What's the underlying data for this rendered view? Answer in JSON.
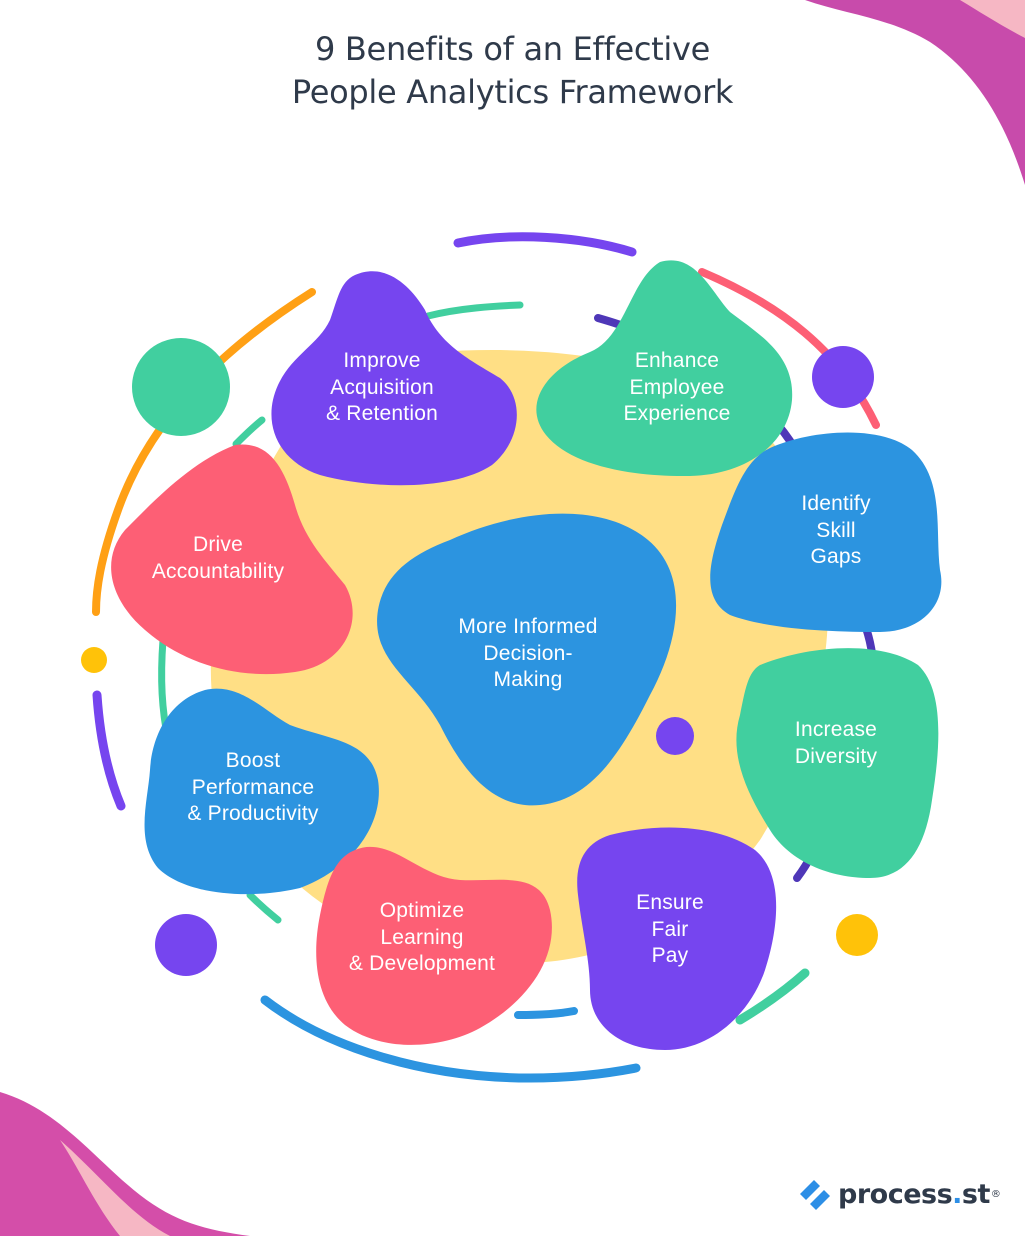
{
  "title": {
    "line1": "9 Benefits of an Effective",
    "line2": "People Analytics Framework"
  },
  "colors": {
    "purple": "#7645ef",
    "teal": "#41cf9f",
    "coral": "#fd5f75",
    "blue": "#2c94e0",
    "yellow": "#ffdf85",
    "orange": "#ffa015",
    "gold": "#ffc209",
    "navy": "#4e37b8",
    "text_dark": "#2f3a4a"
  },
  "benefits": {
    "improve_acquisition": [
      "Improve",
      "Acquisition",
      "& Retention"
    ],
    "enhance_employee": [
      "Enhance",
      "Employee",
      "Experience"
    ],
    "identify_skill": [
      "Identify",
      "Skill",
      "Gaps"
    ],
    "drive_accountability": [
      "Drive",
      "Accountability"
    ],
    "informed_decision": [
      "More Informed",
      "Decision-",
      "Making"
    ],
    "increase_diversity": [
      "Increase",
      "Diversity"
    ],
    "boost_performance": [
      "Boost",
      "Performance",
      "& Productivity"
    ],
    "optimize_learning": [
      "Optimize",
      "Learning",
      "& Development"
    ],
    "ensure_fair_pay": [
      "Ensure",
      "Fair",
      "Pay"
    ]
  },
  "logo": {
    "name": "process",
    "dot": ".",
    "suffix": "st",
    "mark": "®",
    "icon": "process-st-logo-icon"
  }
}
